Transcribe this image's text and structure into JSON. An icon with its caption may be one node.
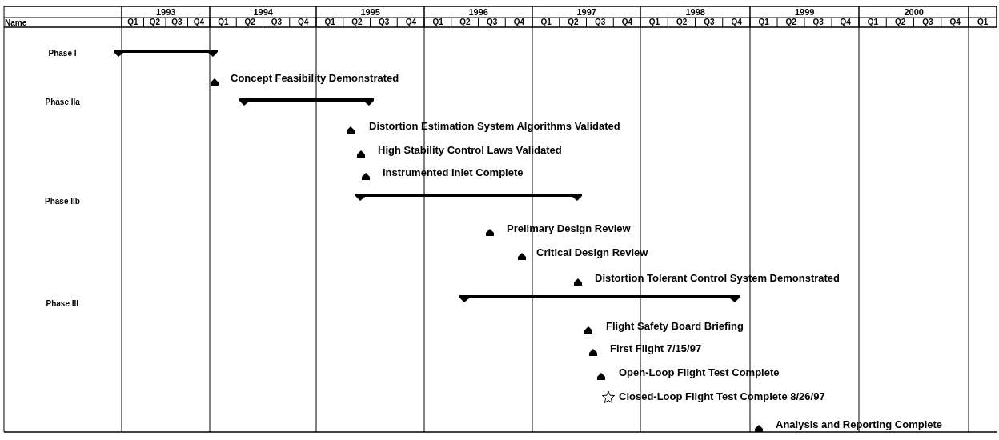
{
  "diagram": {
    "labels": [
      "1993",
      "1994",
      "1995",
      "1996",
      "1997",
      "1998",
      "1999",
      "2000",
      "Name",
      "Q1",
      "Q2",
      "Q3",
      "Q4",
      "Q1",
      "Q2",
      "Q3",
      "Q4",
      "Q1",
      "Q2",
      "Q3",
      "Q4",
      "Q1",
      "Q2",
      "Q3",
      "Q4",
      "Q1",
      "Q2",
      "Q3",
      "Q4",
      "Q1",
      "Q2",
      "Q3",
      "Q4",
      "Q1",
      "Q2",
      "Q3",
      "Q4",
      "Q1",
      "Q2",
      "Q3",
      "Q4",
      "Q1",
      "Phase I",
      "Concept Feasibility Demonstrated",
      "Phase IIa",
      "Distortion Estimation System Algorithms Validated",
      "High Stability Control Laws Validated",
      "Instrumented Inlet Complete",
      "Phase IIb",
      "Prelimary Design Review",
      "Critical Design Review",
      "Distortion Tolerant Control System Demonstrated",
      "Phase III",
      "Flight Safety Board Briefing",
      "First Flight 7/15/97",
      "Open-Loop Flight Test Complete",
      "Closed-Loop Flight Test Complete 8/26/97",
      "Analysis and Reporting Complete"
    ]
  }
}
